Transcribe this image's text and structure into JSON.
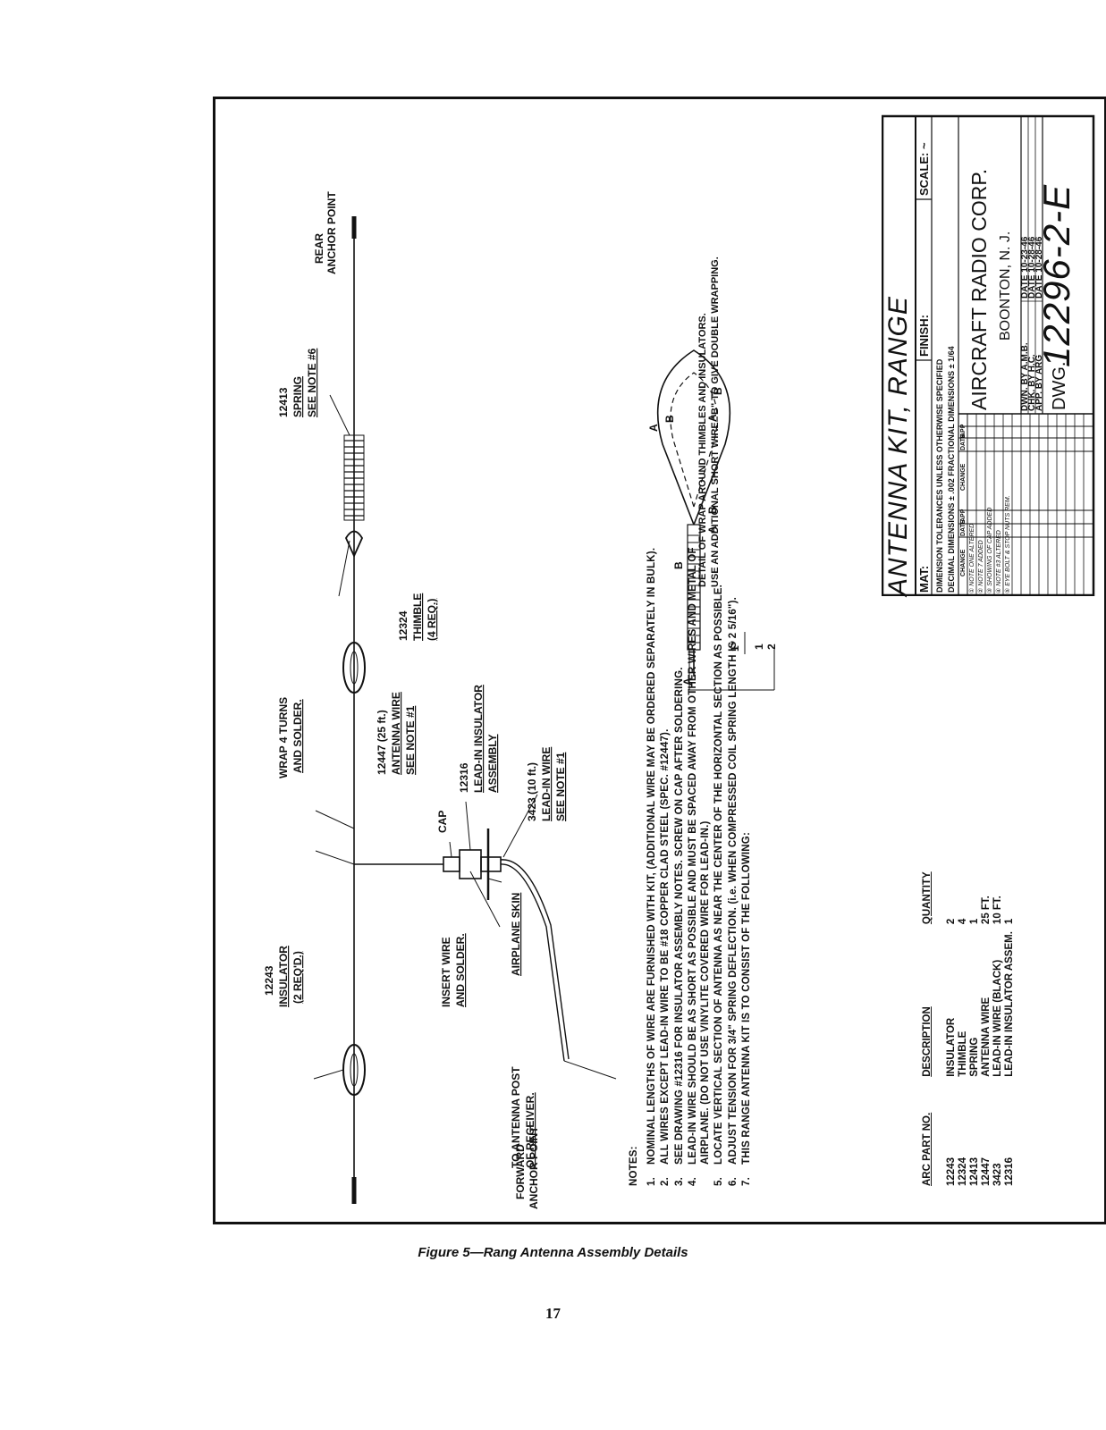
{
  "labels": {
    "forward_anchor_1": "FORWARD",
    "forward_anchor_2": "ANCHOR POINT",
    "rear_anchor_1": "REAR",
    "rear_anchor_2": "ANCHOR POINT",
    "insulator_part": "12243",
    "insulator_name": "INSULATOR",
    "insulator_qty": "(2 REQ'D.)",
    "wrap_1": "WRAP 4 TURNS",
    "wrap_2": "AND SOLDER.",
    "antenna_wire_part": "12447   (25 ft.)",
    "antenna_wire_name": "ANTENNA WIRE",
    "antenna_wire_note": "SEE NOTE #1",
    "thimble_part": "12324",
    "thimble_name": "THIMBLE",
    "thimble_qty": "(4 REQ.)",
    "spring_part": "12413",
    "spring_name": "SPRING",
    "spring_note": "SEE NOTE #6",
    "cap": "CAP",
    "leadin_ins_part": "12316",
    "leadin_ins_name_1": "LEAD-IN INSULATOR",
    "leadin_ins_name_2": "ASSEMBLY",
    "leadin_wire_part": "3423   (10 ft.)",
    "leadin_wire_name": "LEAD-IN WIRE",
    "leadin_wire_note": "SEE NOTE #1",
    "insert_wire_1": "INSERT WIRE",
    "insert_wire_2": "AND SOLDER.",
    "airplane_skin": "AIRPLANE SKIN",
    "to_post_1": "TO ANTENNA POST",
    "to_post_2": "OF RECEIVER.",
    "detail_1": "DETAIL OF WRAP AROUND THIMBLES AND INSULATORS.",
    "detail_2": "USE AN ADDITIONAL SHORT WIRE \"B\" TO GIVE DOUBLE WRAPPING.",
    "dim_one_inch": "1\"",
    "dim_half_num": "1",
    "dim_half_den": "2",
    "letter_a": "A",
    "letter_b": "B"
  },
  "notes": {
    "heading": "NOTES:",
    "items": [
      {
        "num": "1.",
        "text": "NOMINAL LENGTHS OF WIRE ARE FURNISHED WITH KIT, (ADDITIONAL WIRE MAY BE ORDERED SEPARATELY IN BULK)."
      },
      {
        "num": "2.",
        "text": "ALL WIRES EXCEPT LEAD-IN WIRE TO BE #18 COPPER CLAD STEEL (SPEC. #12447)."
      },
      {
        "num": "3.",
        "text": "SEE DRAWING #12316 FOR INSULATOR ASSEMBLY NOTES. SCREW ON CAP AFTER SOLDERING."
      },
      {
        "num": "4.",
        "text": "LEAD-IN WIRE SHOULD BE AS SHORT AS POSSIBLE AND MUST BE SPACED AWAY FROM OTHER WIRES AND METAL OF AIRPLANE. (DO NOT USE VINYLITE COVERED WIRE FOR LEAD-IN.)"
      },
      {
        "num": "5.",
        "text": "LOCATE VERTICAL SECTION OF ANTENNA AS NEAR THE CENTER OF THE HORIZONTAL SECTION AS POSSIBLE."
      },
      {
        "num": "6.",
        "text": "ADJUST TENSION FOR 3/4\" SPRING DEFLECTION. (i.e. WHEN COMPRESSED COIL SPRING LENGTH IS 2 5/16\")."
      },
      {
        "num": "7.",
        "text": "THIS RANGE ANTENNA KIT IS TO CONSIST OF THE FOLLOWING:"
      }
    ]
  },
  "parts_table": {
    "headers": [
      "ARC PART NO.",
      "DESCRIPTION",
      "QUANTITY"
    ],
    "rows": [
      [
        "12243",
        "INSULATOR",
        "2"
      ],
      [
        "12324",
        "THIMBLE",
        "4"
      ],
      [
        "12413",
        "SPRING",
        "1"
      ],
      [
        "12447",
        "ANTENNA WIRE",
        "25 FT."
      ],
      [
        "3423",
        "LEAD-IN WIRE (BLACK)",
        "10 FT."
      ],
      [
        "12316",
        "LEAD-IN INSULATOR ASSEM.",
        "1"
      ]
    ]
  },
  "title_block": {
    "title": "ANTENNA KIT, RANGE",
    "mat": "MAT:",
    "finish": "FINISH:",
    "scale": "SCALE: ~",
    "tolerance_1": "DIMENSION TOLERANCES UNLESS OTHERWISE SPECIFIED",
    "tolerance_2": "DECIMAL DIMENSIONS ± .002    FRACTIONAL DIMENSIONS ± 1/64",
    "change_hdr": "CHANGE",
    "date_hdr": "DATE",
    "app_hdr": "APP",
    "revisions": [
      "① NOTE ONE ALTERED",
      "② NOTE 7 ADDED",
      "③ SHOWING OF CAP ADDED",
      "④ NOTE #3 ALTERED",
      "⑤ EYE BOLT & STOP NUTS REM."
    ],
    "company": "AIRCRAFT RADIO CORP.",
    "location": "BOONTON, N. J.",
    "dwn": "DWN. BY  A.M.B.",
    "chk": "CHK. BY  H.C.",
    "app": "APP. BY  ARG",
    "date1": "DATE  10-23-46",
    "date2": "DATE  10-28-46",
    "date3": "DATE  10-28-46",
    "dwg_label": "DWG.",
    "dwg_number": "12296-2-E"
  },
  "caption": "Figure 5—Rang  Antenna Assembly Details",
  "page_number": "17"
}
